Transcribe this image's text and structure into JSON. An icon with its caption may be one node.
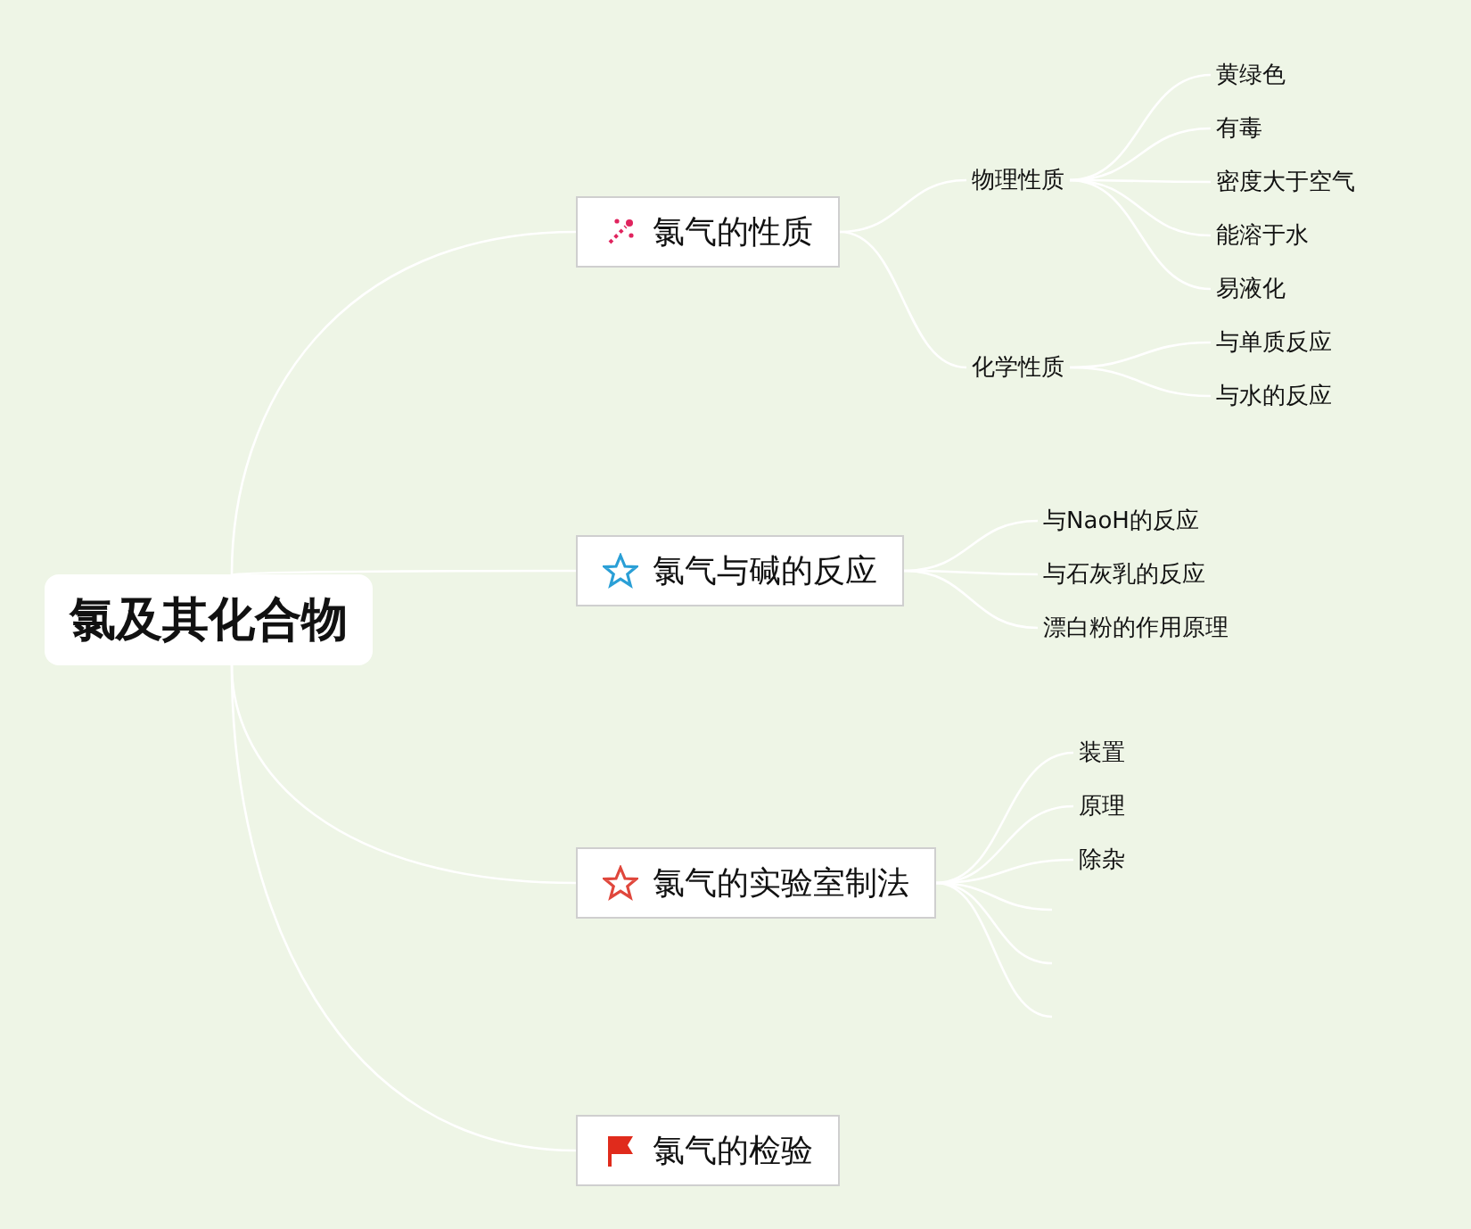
{
  "diagram": {
    "nodes": [
      {
        "text": [
          "氯及其化合物"
        ]
      },
      {
        "text": [
          "氯气的性质"
        ]
      },
      {
        "text": [
          "物理性质"
        ]
      },
      {
        "text": [
          "黄绿色"
        ]
      },
      {
        "text": [
          "有毒"
        ]
      },
      {
        "text": [
          "密度大于空气"
        ]
      },
      {
        "text": [
          "能溶于水"
        ]
      },
      {
        "text": [
          "易液化"
        ]
      },
      {
        "text": [
          "化学性质"
        ]
      },
      {
        "text": [
          "与单质反应"
        ]
      },
      {
        "text": [
          "与水的反应"
        ]
      },
      {
        "text": [
          "氯气与碱的反应"
        ]
      },
      {
        "text": [
          "与NaoH的反应"
        ]
      },
      {
        "text": [
          "与石灰乳的反应"
        ]
      },
      {
        "text": [
          "漂白粉的作用原理"
        ]
      },
      {
        "text": [
          "氯气的实验室制法"
        ]
      },
      {
        "text": [
          "装置"
        ]
      },
      {
        "text": [
          "原理"
        ]
      },
      {
        "text": [
          "除杂"
        ]
      },
      {
        "text": [
          "氯气的检验"
        ]
      }
    ],
    "edges": [
      {
        "from": 0,
        "to": 1,
        "arrow": "none"
      },
      {
        "from": 1,
        "to": 2,
        "arrow": "none"
      },
      {
        "from": 2,
        "to": 3,
        "arrow": "none"
      },
      {
        "from": 2,
        "to": 4,
        "arrow": "none"
      },
      {
        "from": 2,
        "to": 5,
        "arrow": "none"
      },
      {
        "from": 2,
        "to": 6,
        "arrow": "none"
      },
      {
        "from": 2,
        "to": 7,
        "arrow": "none"
      },
      {
        "from": 1,
        "to": 8,
        "arrow": "none"
      },
      {
        "from": 8,
        "to": 9,
        "arrow": "none"
      },
      {
        "from": 8,
        "to": 10,
        "arrow": "none"
      },
      {
        "from": 0,
        "to": 11,
        "arrow": "none"
      },
      {
        "from": 11,
        "to": 12,
        "arrow": "none"
      },
      {
        "from": 11,
        "to": 13,
        "arrow": "none"
      },
      {
        "from": 11,
        "to": 14,
        "arrow": "none"
      },
      {
        "from": 0,
        "to": 15,
        "arrow": "none"
      },
      {
        "from": 15,
        "to": 16,
        "arrow": "none"
      },
      {
        "from": 15,
        "to": 17,
        "arrow": "none"
      },
      {
        "from": 15,
        "to": 18,
        "arrow": "none"
      },
      {
        "from": 15,
        "to": null,
        "arrow": "none"
      },
      {
        "from": 15,
        "to": null,
        "arrow": "none"
      },
      {
        "from": 15,
        "to": null,
        "arrow": "none"
      },
      {
        "from": 0,
        "to": 19,
        "arrow": "none"
      }
    ]
  }
}
